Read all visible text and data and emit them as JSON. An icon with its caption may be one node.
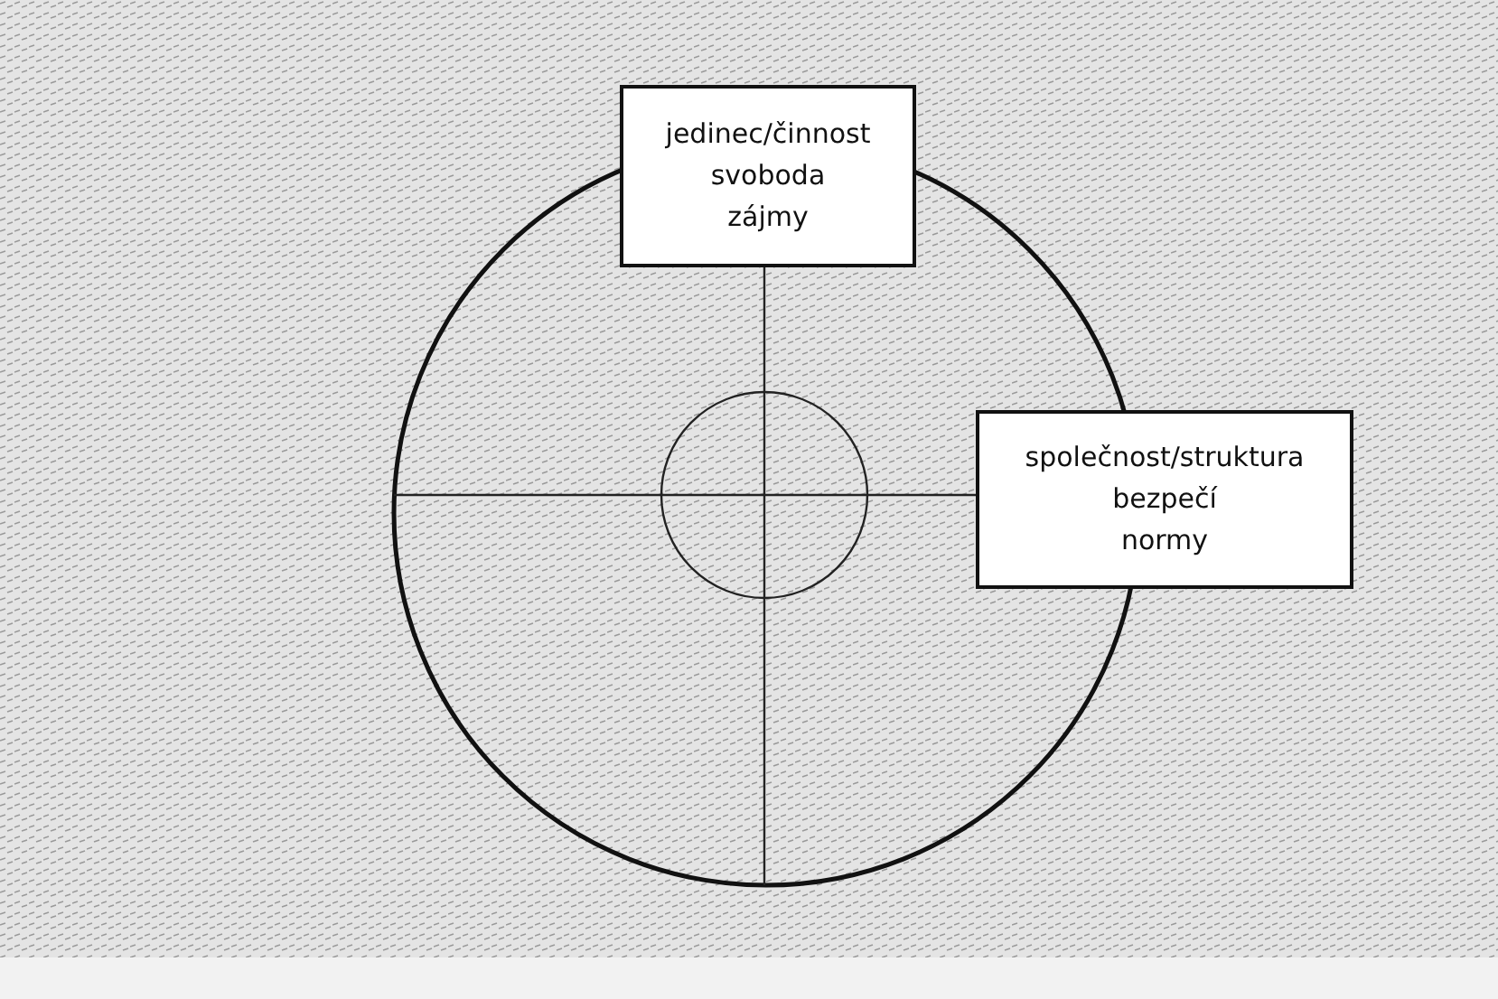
{
  "diagram": {
    "nodes": [
      {
        "text": [
          "jedinec/činnost",
          "svoboda",
          "zájmy"
        ]
      },
      {
        "text": [
          "společnost/struktura",
          "bezpečí",
          "normy"
        ]
      }
    ]
  }
}
